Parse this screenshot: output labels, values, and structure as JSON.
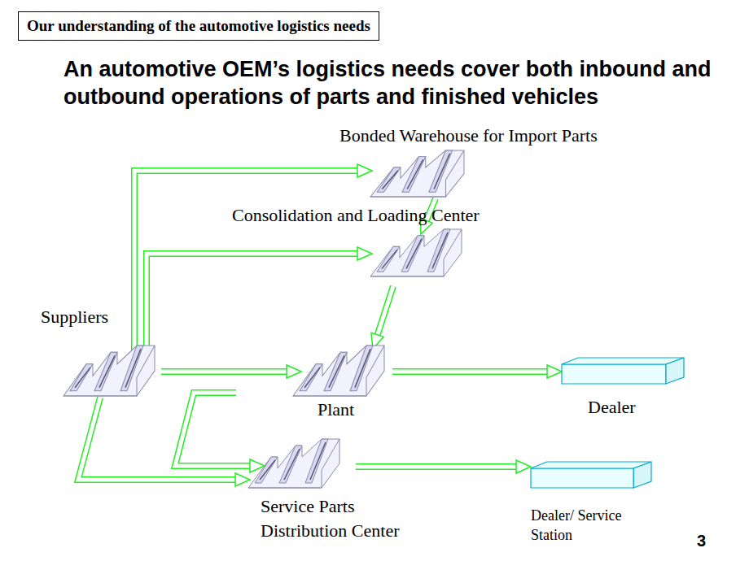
{
  "diagram": {
    "title": "Our understanding of the automotive logistics needs",
    "nodes": [
      {
        "text": [
          "Bonded Warehouse for Import Parts"
        ]
      },
      {
        "text": [
          "Consolidation and Loading Center"
        ]
      },
      {
        "text": [
          "Suppliers"
        ]
      },
      {
        "text": [
          "Plant"
        ]
      },
      {
        "text": [
          "Dealer"
        ]
      },
      {
        "text": [
          "Service Parts Distribution Center"
        ]
      },
      {
        "text": [
          "Dealer/ Service Station"
        ]
      }
    ],
    "edges": [
      {
        "from": 2,
        "to": 0,
        "arrow": "to"
      },
      {
        "from": 2,
        "to": 1,
        "arrow": "to"
      },
      {
        "from": 0,
        "to": 1,
        "arrow": "to"
      },
      {
        "from": 1,
        "to": 3,
        "arrow": "to"
      },
      {
        "from": 2,
        "to": 3,
        "arrow": "to"
      },
      {
        "from": 2,
        "to": 5,
        "arrow": "to"
      },
      {
        "from": 3,
        "to": 5,
        "arrow": "to"
      },
      {
        "from": 3,
        "to": 4,
        "arrow": "to"
      },
      {
        "from": 5,
        "to": 6,
        "arrow": "to"
      }
    ],
    "labels": [
      "An automotive OEM’s logistics needs cover both inbound and outbound operations of parts and finished vehicles",
      "3"
    ]
  }
}
